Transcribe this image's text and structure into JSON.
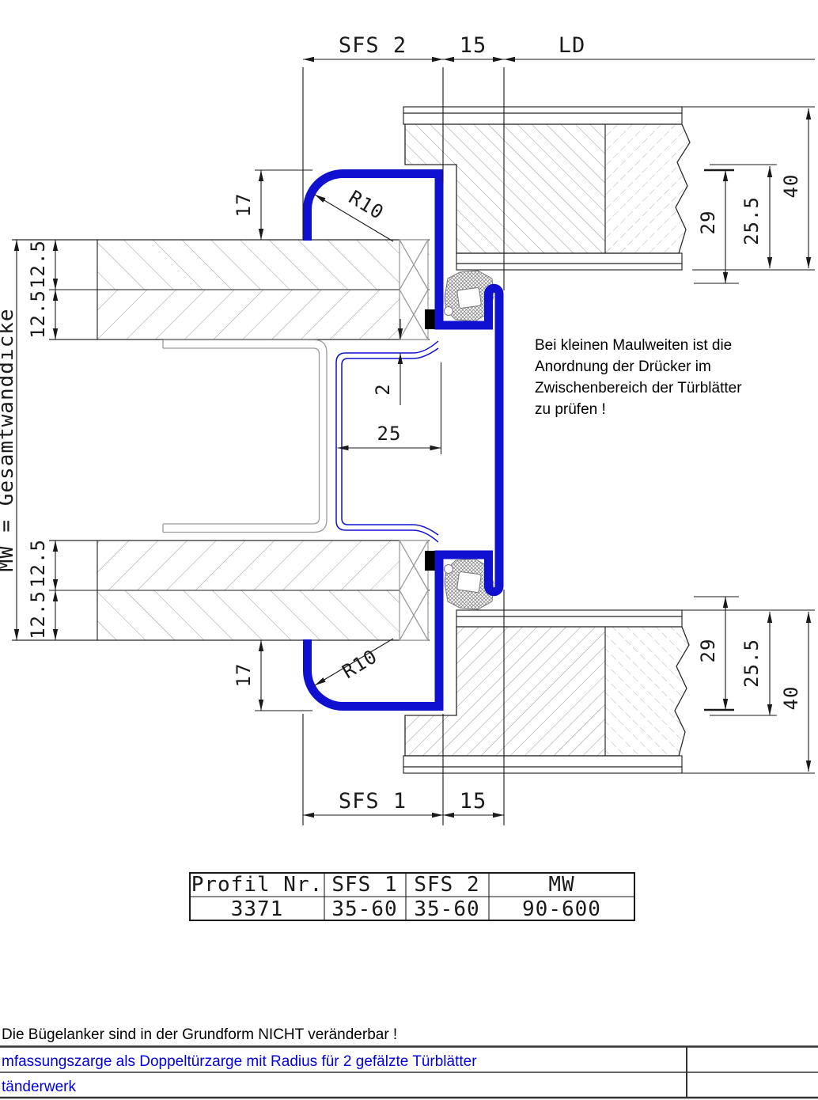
{
  "colors": {
    "profile_blue": "#1010d0",
    "title_blue": "#0000dd",
    "line_black": "#1a1a1a",
    "hatch_gray": "#9a9a9a"
  },
  "dims": {
    "sfs2": "SFS 2",
    "d15_top": "15",
    "ld": "LD",
    "d17_top": "17",
    "r10_top": "R10",
    "mw_label": "MW = Gesamtwanddicke",
    "d125_a": "12.5",
    "d125_b": "12.5",
    "d125_c": "12.5",
    "d125_d": "12.5",
    "d2": "2",
    "d25": "25",
    "d29_top": "29",
    "d255_top": "25.5",
    "d40_top": "40",
    "d29_bot": "29",
    "d255_bot": "25.5",
    "d40_bot": "40",
    "d17_bot": "17",
    "r10_bot": "R10",
    "sfs1": "SFS 1",
    "d15_bot": "15"
  },
  "note": {
    "line1": "Bei kleinen Maulweiten ist die",
    "line2": "Anordnung der Drücker im",
    "line3": "Zwischenbereich der Türblätter",
    "line4": "zu prüfen !"
  },
  "table": {
    "headers": [
      "Profil Nr.",
      "SFS 1",
      "SFS 2",
      "MW"
    ],
    "rows": [
      [
        "3371",
        "35-60",
        "35-60",
        "90-600"
      ]
    ]
  },
  "footer": {
    "anchor_note": "Die Bügelanker sind in der Grundform NICHT veränderbar !",
    "title_line1": "mfassungszarge als Doppeltürzarge mit Radius für 2 gefälzte Türblätter",
    "title_line2": "tänderwerk"
  }
}
